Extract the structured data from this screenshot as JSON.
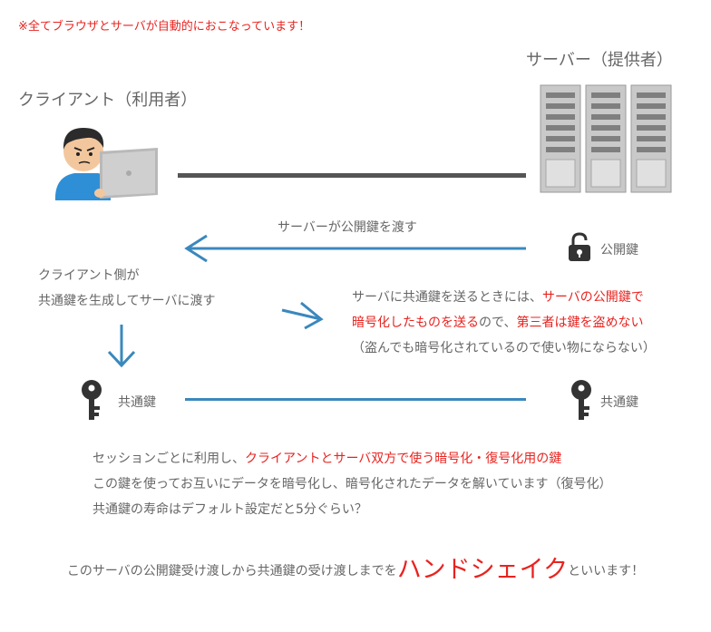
{
  "note": "※全てブラウザとサーバが自動的におこなっています！",
  "client": {
    "label": "クライアント（利用者）"
  },
  "server": {
    "label": "サーバー（提供者）"
  },
  "flow1": {
    "label": "サーバーが公開鍵を渡す",
    "key_label": "公開鍵"
  },
  "client_action": {
    "line1": "クライアント側が",
    "line2_red": "共通鍵を生成してサーバに渡す"
  },
  "explain": {
    "l1_a": "サーバに共通鍵を送るときには、",
    "l1_b_red": "サーバの公開鍵で",
    "l2_a_red": "暗号化したものを送る",
    "l2_b": "ので、",
    "l2_c_red": "第三者は鍵を盗めない",
    "l3": "（盗んでも暗号化されているので使い物にならない）"
  },
  "common_key": {
    "left_label": "共通鍵",
    "right_label": "共通鍵"
  },
  "desc": {
    "l1_a": "セッションごとに利用し、",
    "l1_b_red": "クライアントとサーバ双方で使う暗号化・復号化用の鍵",
    "l2": "この鍵を使ってお互いにデータを暗号化し、暗号化されたデータを解いています（復号化）",
    "l3": "共通鍵の寿命はデフォルト設定だと5分ぐらい？"
  },
  "footer": {
    "a": "このサーバの公開鍵受け渡しから共通鍵の受け渡しまでを",
    "b_big": "ハンドシェイク",
    "c": "といいます！"
  },
  "colors": {
    "accent_red": "#e8231f",
    "arrow_blue": "#3a88bd",
    "line_gray": "#555555"
  }
}
